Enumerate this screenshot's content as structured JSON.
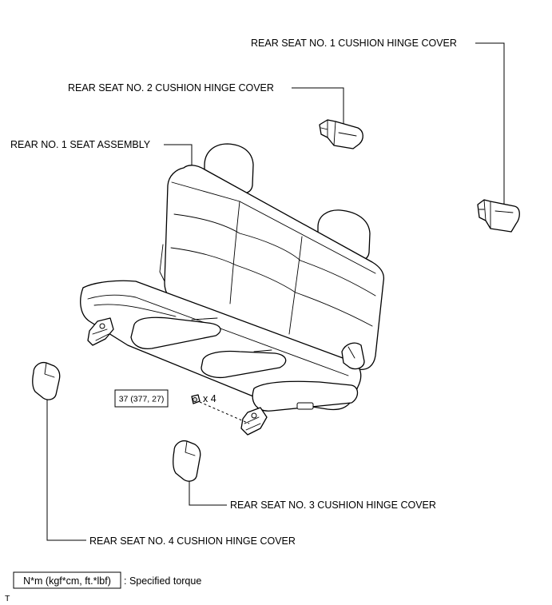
{
  "labels": {
    "cover1": "REAR SEAT NO. 1 CUSHION HINGE COVER",
    "cover2": "REAR SEAT NO. 2 CUSHION HINGE COVER",
    "seat": "REAR NO. 1 SEAT ASSEMBLY",
    "cover3": "REAR SEAT NO. 3 CUSHION HINGE COVER",
    "cover4": "REAR SEAT NO. 4 CUSHION HINGE COVER"
  },
  "torque": {
    "value": "37 (377, 27)",
    "quantity": "x 4"
  },
  "legend": {
    "box_text": "N*m (kgf*cm, ft.*lbf)",
    "description": ": Specified torque"
  },
  "corner_mark": "T"
}
